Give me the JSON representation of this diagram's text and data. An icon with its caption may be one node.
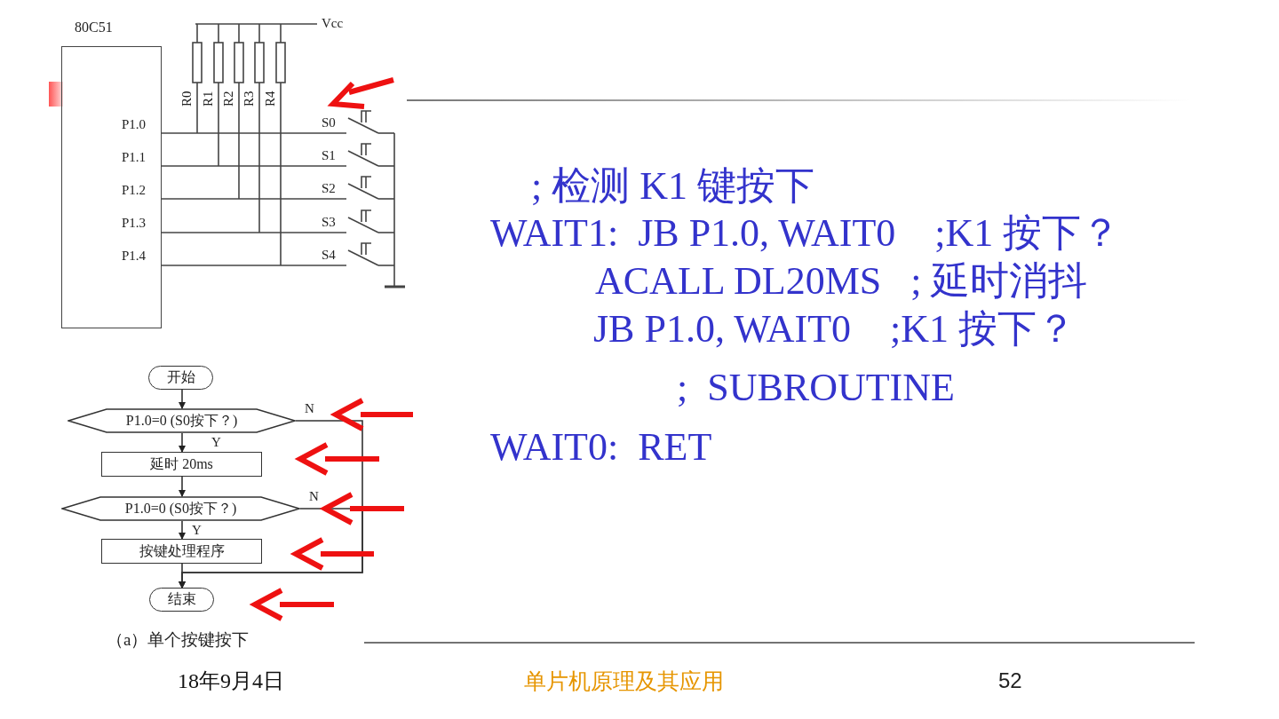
{
  "diagram": {
    "nodes": [
      {
        "text": [
          "80C51",
          "P1.0",
          "P1.1",
          "P1.2",
          "P1.3",
          "P1.4"
        ]
      },
      {
        "text": [
          "开始"
        ]
      },
      {
        "text": [
          "P1.0=0 (S0按下？)"
        ]
      },
      {
        "text": [
          "延时 20ms"
        ]
      },
      {
        "text": [
          "P1.0=0 (S0按下？)"
        ]
      },
      {
        "text": [
          "按键处理程序"
        ]
      },
      {
        "text": [
          "结束"
        ]
      }
    ],
    "edges": [
      {
        "from": 1,
        "to": 2,
        "arrow": "to"
      },
      {
        "from": 2,
        "to": 3,
        "arrow": "to",
        "label": "Y"
      },
      {
        "from": 3,
        "to": 4,
        "arrow": "to"
      },
      {
        "from": 4,
        "to": 5,
        "arrow": "to",
        "label": "Y"
      },
      {
        "from": 5,
        "to": 6,
        "arrow": "to"
      },
      {
        "from": 2,
        "to": 6,
        "arrow": "to",
        "label": "N"
      },
      {
        "from": 4,
        "to": 6,
        "arrow": "to",
        "label": "N"
      }
    ],
    "labels": [
      "Vcc",
      "R0",
      "R1",
      "R2",
      "R3",
      "R4",
      "S0",
      "S1",
      "S2",
      "S3",
      "S4",
      "; 检测 K1 键按下",
      "WAIT1:  JB P1.0, WAIT0    ;K1 按下？",
      "ACALL DL20MS   ; 延时消抖",
      "JB P1.0, WAIT0    ;K1 按下？",
      ";  SUBROUTINE",
      "WAIT0:  RET",
      "（a）单个按键按下",
      "18年9月4日",
      "单片机原理及其应用",
      "52"
    ]
  }
}
